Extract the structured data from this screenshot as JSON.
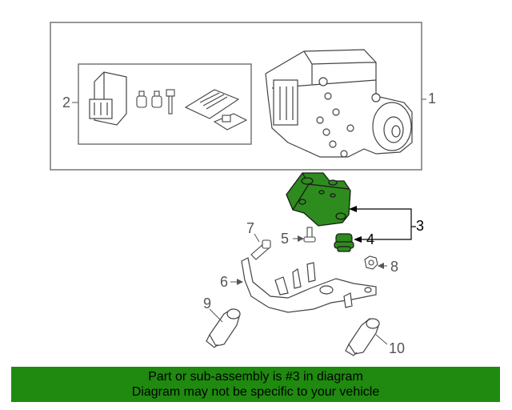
{
  "callouts": {
    "c1": "1",
    "c2": "2",
    "c3": "3",
    "c4": "4",
    "c5": "5",
    "c6": "6",
    "c7": "7",
    "c8": "8",
    "c9": "9",
    "c10": "10"
  },
  "banner": {
    "line1": "Part or sub-assembly is #3 in diagram",
    "line2": "Diagram may not be specific to your vehicle"
  },
  "colors": {
    "highlight": "#2e8b1e",
    "banner": "#1f8a0f",
    "line": "#555555"
  },
  "icons": {
    "abs-unit": "abs-modulator-icon",
    "bracket": "bracket-icon",
    "sensor": "wheel-speed-sensor-icon"
  }
}
